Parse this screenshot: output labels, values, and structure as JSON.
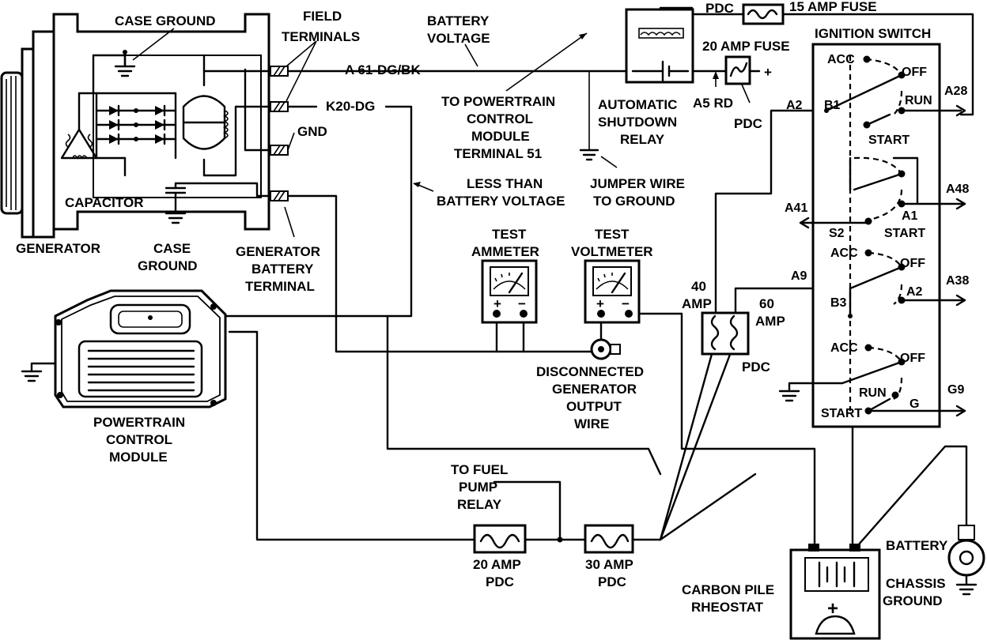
{
  "labels": {
    "case_ground_top": "CASE GROUND",
    "field_terminals_1": "FIELD",
    "field_terminals_2": "TERMINALS",
    "battery_voltage_1": "BATTERY",
    "battery_voltage_2": "VOLTAGE",
    "pdc_top": "PDC",
    "fuse_15": "15 AMP FUSE",
    "ignition_switch": "IGNITION SWITCH",
    "wire_a61": "A 61-DG/BK",
    "fuse_20_top": "20 AMP FUSE",
    "plus": "+",
    "k20": "K20-DG",
    "gnd": "GND",
    "to_pcm_1": "TO POWERTRAIN",
    "to_pcm_2": "CONTROL",
    "to_pcm_3": "MODULE",
    "to_pcm_4": "TERMINAL 51",
    "asd_1": "AUTOMATIC",
    "asd_2": "SHUTDOWN",
    "asd_3": "RELAY",
    "a5rd": "A5 RD",
    "pdc_mid": "PDC",
    "capacitor": "CAPACITOR",
    "generator": "GENERATOR",
    "case_ground_1": "CASE",
    "case_ground_2": "GROUND",
    "gen_batt_1": "GENERATOR",
    "gen_batt_2": "BATTERY",
    "gen_batt_3": "TERMINAL",
    "less_than_1": "LESS THAN",
    "less_than_2": "BATTERY VOLTAGE",
    "jumper_1": "JUMPER WIRE",
    "jumper_2": "TO GROUND",
    "test_ammeter_1": "TEST",
    "test_ammeter_2": "AMMETER",
    "test_voltmeter_1": "TEST",
    "test_voltmeter_2": "VOLTMETER",
    "amp40_1": "40",
    "amp40_2": "AMP",
    "amp60_1": "60",
    "amp60_2": "AMP",
    "pdc_right": "PDC",
    "disc_1": "DISCONNECTED",
    "disc_2": "GENERATOR",
    "disc_3": "OUTPUT",
    "disc_4": "WIRE",
    "pcm_1": "POWERTRAIN",
    "pcm_2": "CONTROL",
    "pcm_3": "MODULE",
    "fuel_1": "TO FUEL",
    "fuel_2": "PUMP",
    "fuel_3": "RELAY",
    "f20_1": "20 AMP",
    "f20_2": "PDC",
    "f30_1": "30 AMP",
    "f30_2": "PDC",
    "carbon_1": "CARBON PILE",
    "carbon_2": "RHEOSTAT",
    "battery": "BATTERY",
    "chassis_1": "CHASSIS",
    "chassis_2": "GROUND",
    "meter_plus": "+",
    "meter_minus": "−",
    "batt_plus": "+"
  },
  "ignition": {
    "acc1": "ACC",
    "off1": "OFF",
    "run1": "RUN",
    "start1": "START",
    "b1": "B1",
    "a2_top": "A2",
    "a28": "A28",
    "a41": "A41",
    "s2": "S2",
    "a1": "A1",
    "start2": "START",
    "a48": "A48",
    "acc2": "ACC",
    "off2": "OFF",
    "a9": "A9",
    "b3": "B3",
    "a2_mid": "A2",
    "a38": "A38",
    "acc3": "ACC",
    "off3": "OFF",
    "run3": "RUN",
    "start3": "START",
    "g": "G",
    "g9": "G9"
  }
}
